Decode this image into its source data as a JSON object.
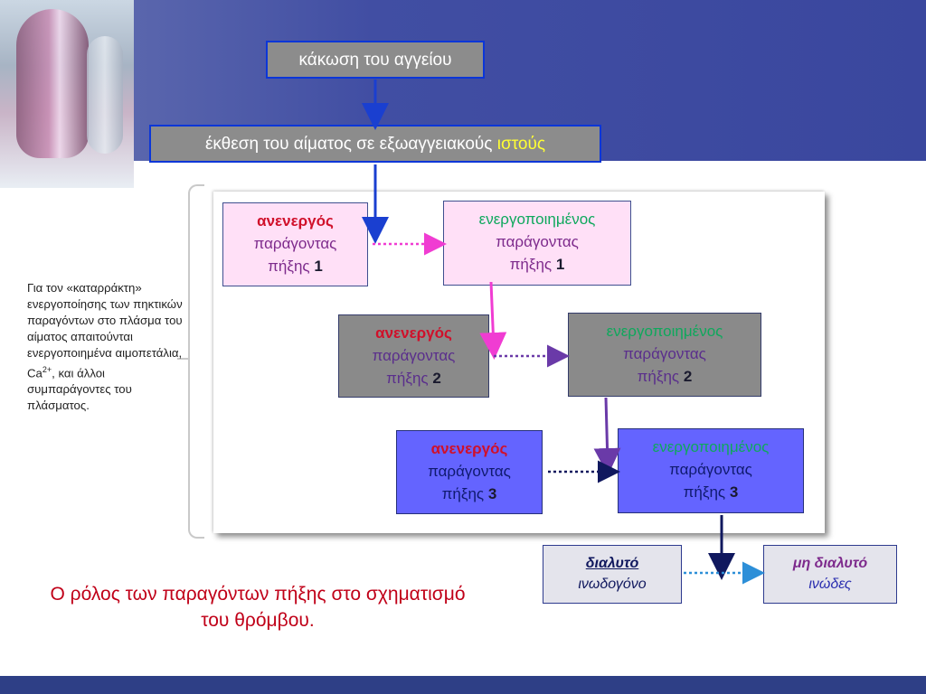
{
  "top_box_1": "κάκωση του αγγείου",
  "top_box_2": {
    "text": "έκθεση του αίματος σε εξωαγγειακούς ",
    "highlight": "ιστούς"
  },
  "side_note": {
    "pre": "Για τον «καταρράκτη» ενεργοποίησης των πηκτικών παραγόντων στο πλάσμα του αίματος απαιτούνται ενεργοποιημένα αιμοπετάλια, Ca",
    "sup": "2+",
    "post": ", και άλλοι συμπαράγοντες του πλάσματος."
  },
  "factors": {
    "f1_inactive": {
      "state": "ανενεργός",
      "label": "παράγοντας",
      "pixis": "πήξης",
      "num": "1"
    },
    "f1_active": {
      "state": "ενεργοποιημένος",
      "label": "παράγοντας",
      "pixis": "πήξης",
      "num": "1"
    },
    "f2_inactive": {
      "state": "ανενεργός",
      "label": "παράγοντας",
      "pixis": "πήξης",
      "num": "2"
    },
    "f2_active": {
      "state": "ενεργοποιημένος",
      "label": "παράγοντας",
      "pixis": "πήξης",
      "num": "2"
    },
    "f3_inactive": {
      "state": "ανενεργός",
      "label": "παράγοντας",
      "pixis": "πήξης",
      "num": "3"
    },
    "f3_active": {
      "state": "ενεργοποιημένος",
      "label": "παράγοντας",
      "pixis": "πήξης",
      "num": "3"
    }
  },
  "soluble": {
    "line1": "διαλυτό",
    "line2": "ινωδογόνο"
  },
  "insoluble": {
    "line1": "μη διαλυτό",
    "line2": "ινώδες"
  },
  "caption": "Ο ρόλος των παραγόντων πήξης στο σχηματισμό του θρόμβου.",
  "colors": {
    "band": "#3a479e",
    "caption": "#c00018",
    "inactive_word": "#d0102a",
    "active_word": "#0ea85c"
  }
}
